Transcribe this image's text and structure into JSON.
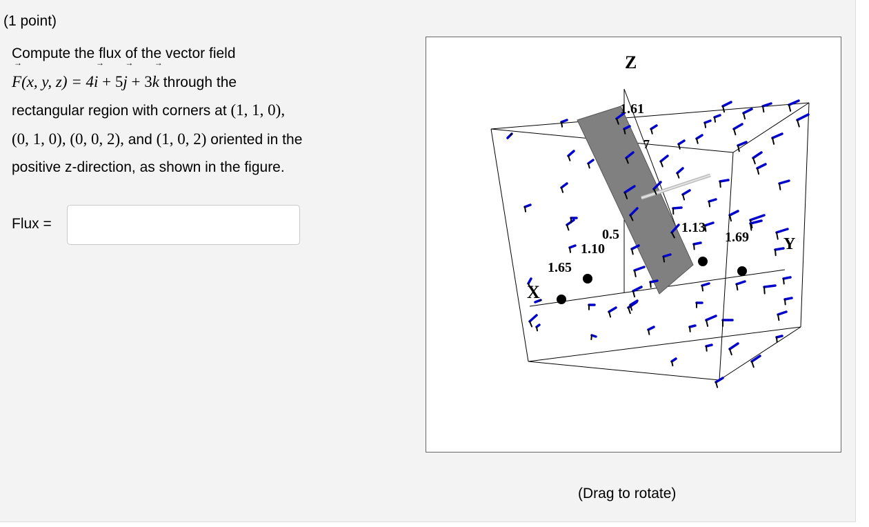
{
  "problem": {
    "points": "(1 point)",
    "intro": "Compute the flux of the vector field",
    "field_F": "F",
    "field_args": "(x, y, z) = 4",
    "unit_i": "i",
    "plus1": " + 5",
    "unit_j": "j",
    "plus2": " + 3",
    "unit_k": "k",
    "through": " through the",
    "line2_text": "rectangular region with corners at ",
    "corner1": "(1, 1, 0),",
    "corner2": "(0, 1, 0), (0, 0, 2),",
    "and_text": " and ",
    "corner4": "(1, 0, 2)",
    "oriented_text": " oriented in the",
    "line4_text": "positive z-direction, as shown in the figure."
  },
  "answer": {
    "label": "Flux =",
    "value": "",
    "placeholder": ""
  },
  "figure": {
    "axis_x": "X",
    "axis_y": "Y",
    "axis_z": "Z",
    "tick_x1": "1.65",
    "tick_x2": "1.10",
    "tick_x3": "0.5",
    "tick_y1": "1.13",
    "tick_y2": "1.69",
    "tick_z1": "1.61",
    "tick_z2": "7",
    "arrow_color": "#0000cc",
    "surface_color": "#808080",
    "caption": "(Drag to rotate)"
  }
}
